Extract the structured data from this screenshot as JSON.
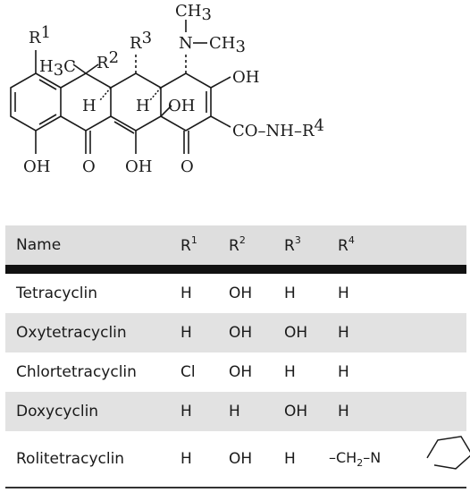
{
  "structure": {
    "labels": {
      "r1": "R",
      "r1_sup": "1",
      "h3c": "H",
      "h3c_sub": "3",
      "h3c_c": "C",
      "r2": "R",
      "r2_sup": "2",
      "r3": "R",
      "r3_sup": "3",
      "ch3_top": "CH",
      "ch3_top_sub": "3",
      "n": "N",
      "ch3_right": "CH",
      "ch3_right_sub": "3",
      "oh_upper": "OH",
      "h_left": "H",
      "h_mid": "H",
      "oh_mid": "OH",
      "side_chain": "CO–NH–R",
      "side_chain_sup": "4",
      "oh_bottom_left": "OH",
      "o_left": "O",
      "oh_bottom_mid": "OH",
      "o_right": "O"
    }
  },
  "table": {
    "header": {
      "name": "Name",
      "r1": "R",
      "r1_sup": "1",
      "r2": "R",
      "r2_sup": "2",
      "r3": "R",
      "r3_sup": "3",
      "r4": "R",
      "r4_sup": "4"
    },
    "rows": [
      {
        "name": "Tetracyclin",
        "r1": "H",
        "r2": "OH",
        "r3": "H",
        "r4": "H"
      },
      {
        "name": "Oxytetracyclin",
        "r1": "H",
        "r2": "OH",
        "r3": "OH",
        "r4": "H"
      },
      {
        "name": "Chlortetracyclin",
        "r1": "Cl",
        "r2": "OH",
        "r3": "H",
        "r4": "H"
      },
      {
        "name": "Doxycyclin",
        "r1": "H",
        "r2": "H",
        "r3": "OH",
        "r4": "H"
      },
      {
        "name": "Rolitetracyclin",
        "r1": "H",
        "r2": "OH",
        "r3": "H",
        "r4_prefix": "–CH",
        "r4_sub": "2",
        "r4_link": "–",
        "r4_n": "N"
      }
    ]
  }
}
